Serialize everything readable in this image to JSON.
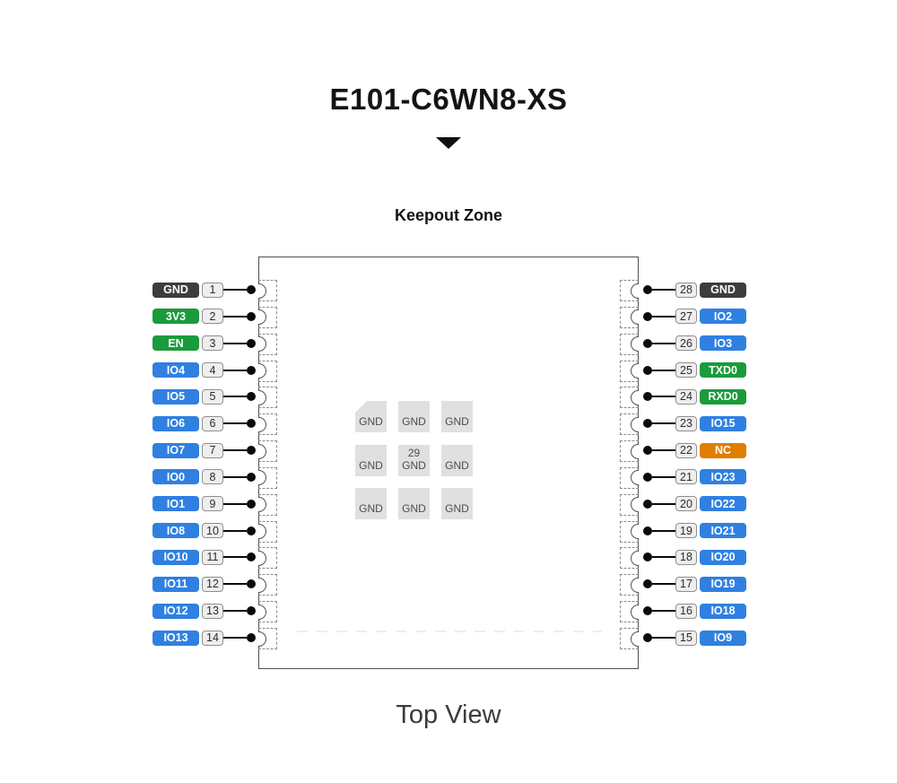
{
  "page": {
    "title": "E101-C6WN8-XS",
    "keepout_label": "Keepout Zone",
    "view_label": "Top View"
  },
  "colors": {
    "gnd": "#3d3d3d",
    "power": "#1a9b3c",
    "io": "#2f80e1",
    "nc": "#e07e00",
    "pad_fill": "#e0e0e0"
  },
  "module": {
    "left_pins": [
      {
        "num": "1",
        "label": "GND",
        "type": "gnd"
      },
      {
        "num": "2",
        "label": "3V3",
        "type": "power"
      },
      {
        "num": "3",
        "label": "EN",
        "type": "power"
      },
      {
        "num": "4",
        "label": "IO4",
        "type": "io"
      },
      {
        "num": "5",
        "label": "IO5",
        "type": "io"
      },
      {
        "num": "6",
        "label": "IO6",
        "type": "io"
      },
      {
        "num": "7",
        "label": "IO7",
        "type": "io"
      },
      {
        "num": "8",
        "label": "IO0",
        "type": "io"
      },
      {
        "num": "9",
        "label": "IO1",
        "type": "io"
      },
      {
        "num": "10",
        "label": "IO8",
        "type": "io"
      },
      {
        "num": "11",
        "label": "IO10",
        "type": "io"
      },
      {
        "num": "12",
        "label": "IO11",
        "type": "io"
      },
      {
        "num": "13",
        "label": "IO12",
        "type": "io"
      },
      {
        "num": "14",
        "label": "IO13",
        "type": "io"
      }
    ],
    "right_pins": [
      {
        "num": "28",
        "label": "GND",
        "type": "gnd"
      },
      {
        "num": "27",
        "label": "IO2",
        "type": "io"
      },
      {
        "num": "26",
        "label": "IO3",
        "type": "io"
      },
      {
        "num": "25",
        "label": "TXD0",
        "type": "power"
      },
      {
        "num": "24",
        "label": "RXD0",
        "type": "power"
      },
      {
        "num": "23",
        "label": "IO15",
        "type": "io"
      },
      {
        "num": "22",
        "label": "NC",
        "type": "nc"
      },
      {
        "num": "21",
        "label": "IO23",
        "type": "io"
      },
      {
        "num": "20",
        "label": "IO22",
        "type": "io"
      },
      {
        "num": "19",
        "label": "IO21",
        "type": "io"
      },
      {
        "num": "18",
        "label": "IO20",
        "type": "io"
      },
      {
        "num": "17",
        "label": "IO19",
        "type": "io"
      },
      {
        "num": "16",
        "label": "IO18",
        "type": "io"
      },
      {
        "num": "15",
        "label": "IO9",
        "type": "io"
      }
    ],
    "thermal_pads": {
      "cells": [
        [
          "GND"
        ],
        [
          "GND"
        ],
        [
          "GND"
        ],
        [
          "GND"
        ],
        [
          "29",
          "GND"
        ],
        [
          "GND"
        ],
        [
          "GND"
        ],
        [
          "GND"
        ],
        [
          "GND"
        ]
      ]
    }
  }
}
